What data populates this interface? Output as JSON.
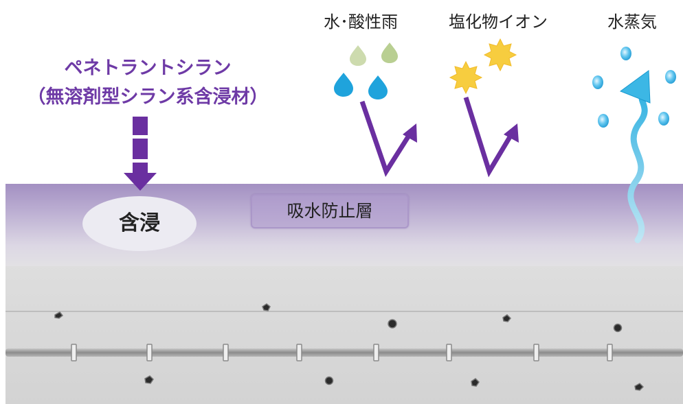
{
  "penetrant": {
    "name": "ペネトラントシラン",
    "type": "（無溶剤型シラン系含浸材）",
    "action_label": "含浸"
  },
  "layer_label": "吸水防止層",
  "hazards": [
    {
      "label": "水･酸性雨",
      "icon": "water-drop-icon",
      "effect": "repelled"
    },
    {
      "label": "塩化物イオン",
      "icon": "chloride-star-icon",
      "effect": "repelled"
    },
    {
      "label": "水蒸気",
      "icon": "vapor-icon",
      "effect": "passes-through"
    }
  ],
  "colors": {
    "brand": "#6e3aa6",
    "arrow": "#6a2fa0",
    "water_blue": "#1fa3dc",
    "water_green": "#c6d6a4",
    "star_yellow": "#f7cd3f",
    "vapor": "#4cc0e6",
    "layer_top": "#a696c4",
    "concrete": "#d9d9d9",
    "rebar": "#9c9c9c"
  }
}
